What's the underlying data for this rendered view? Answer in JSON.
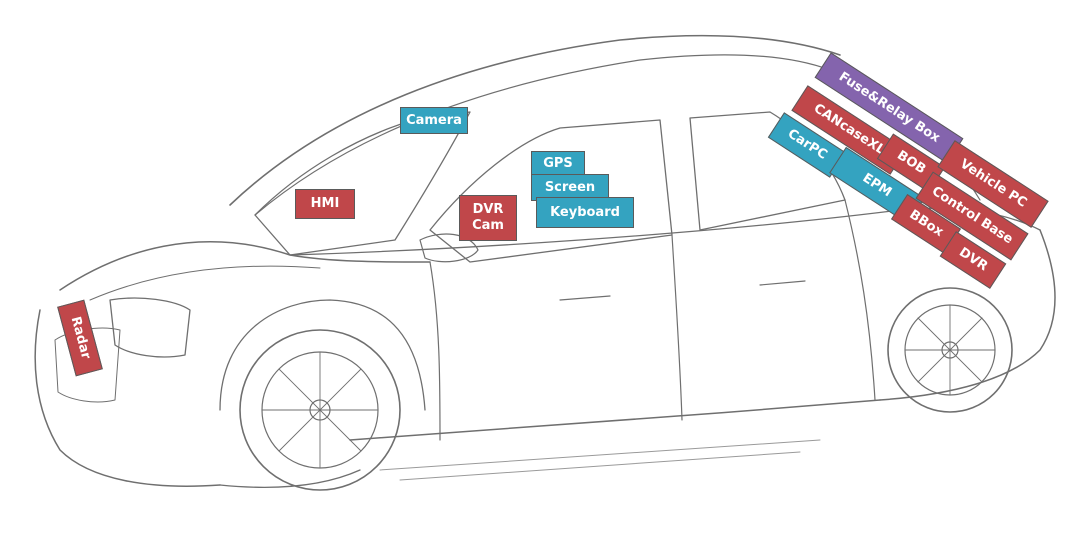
{
  "colors": {
    "red": "#c0474a",
    "teal": "#34a3c0",
    "purple": "#8464ad",
    "sketch_line": "#6f6f6f"
  },
  "labels": {
    "camera": "Camera",
    "hmi": "HMI",
    "gps": "GPS",
    "screen": "Screen",
    "keyboard": "Keyboard",
    "dvr_cam_line1": "DVR",
    "dvr_cam_line2": "Cam",
    "radar": "Radar",
    "fuse_relay_box": "Fuse&Relay Box",
    "cancasexl": "CANcaseXL",
    "bob": "BOB",
    "vehicle_pc": "Vehicle PC",
    "carpc": "CarPC",
    "epm": "EPM",
    "control_base": "Control Base",
    "bbox": "BBox",
    "dvr": "DVR"
  }
}
